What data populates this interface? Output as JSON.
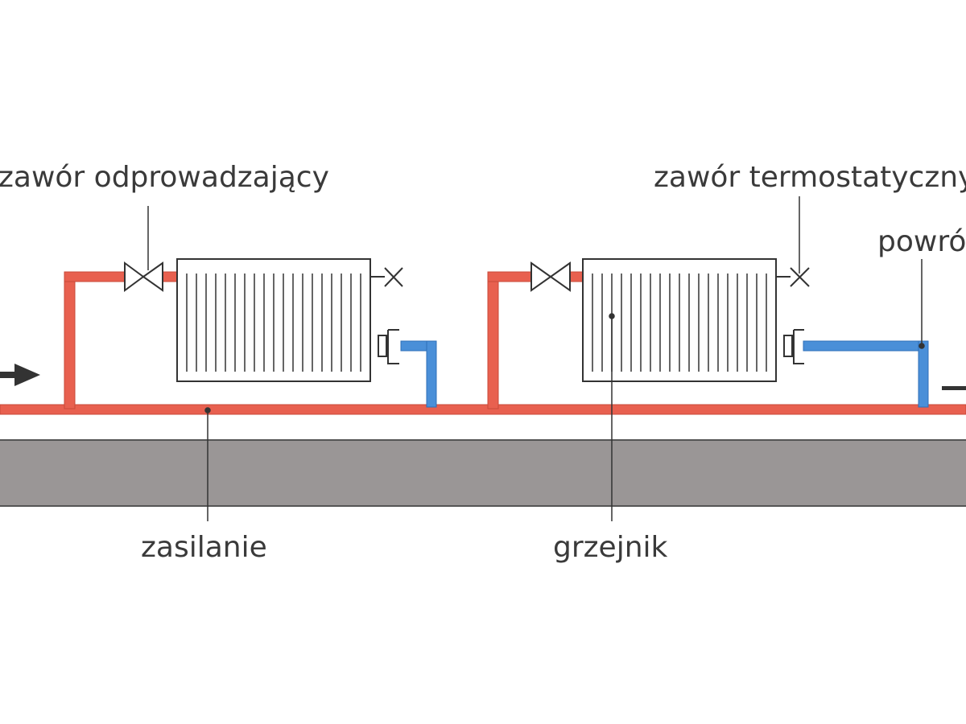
{
  "labels": {
    "drain_valve": "zawór odprowadzający",
    "thermostatic_valve": "zawór termostatyczny",
    "return": "powró",
    "supply": "zasilanie",
    "radiator": "grzejnik"
  },
  "colors": {
    "supply_pipe": "#e8604f",
    "return_pipe": "#4a8fd8",
    "floor": "#9a9696",
    "ink": "#3a3a3a"
  }
}
